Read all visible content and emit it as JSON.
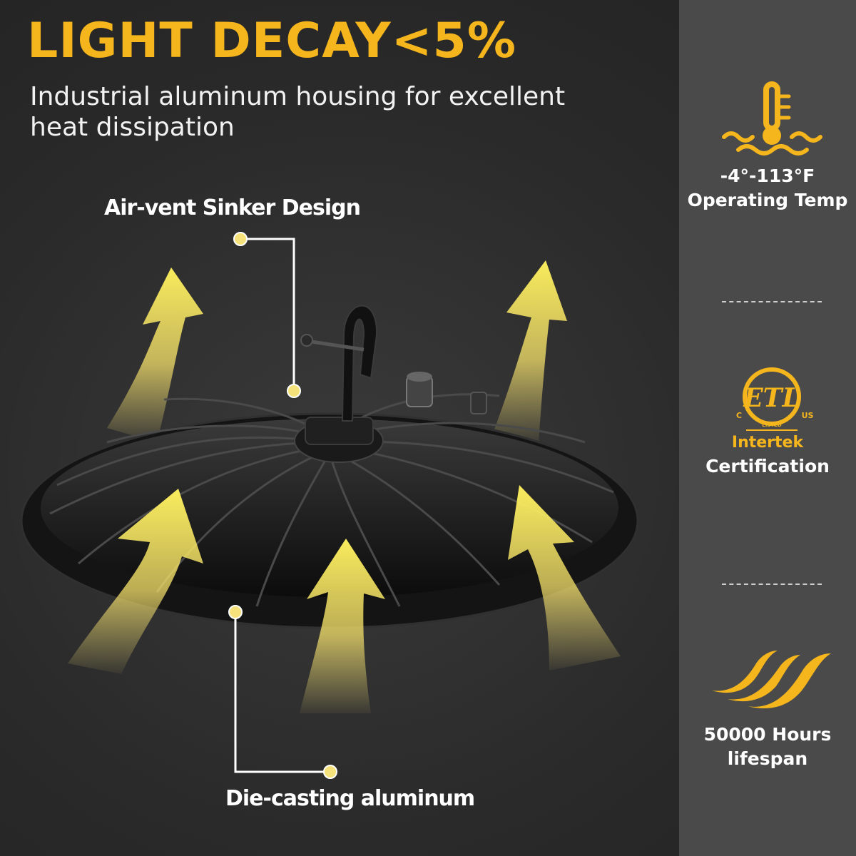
{
  "headline": "LIGHT DECAY<5%",
  "subheadline": "Industrial aluminum housing for excellent heat dissipation",
  "callouts": {
    "top": "Air-vent Sinker Design",
    "bottom": "Die-casting aluminum"
  },
  "sidebar": {
    "temp": {
      "icon": "thermometer-waves-icon",
      "value": "-4°-113°F",
      "label": "Operating Temp"
    },
    "cert": {
      "icon": "etl-listed-icon",
      "logo_text": "ETL",
      "logo_left": "C",
      "logo_right": "US",
      "logo_bottom": "LISTED",
      "brand": "Intertek",
      "label": "Certification"
    },
    "life": {
      "icon": "flame-waves-icon",
      "value": "50000 Hours",
      "label": "lifespan"
    }
  },
  "colors": {
    "accent": "#f5b51c",
    "background": "#2b2b2b",
    "sidebar": "#4a4a4a",
    "text": "#ffffff"
  }
}
